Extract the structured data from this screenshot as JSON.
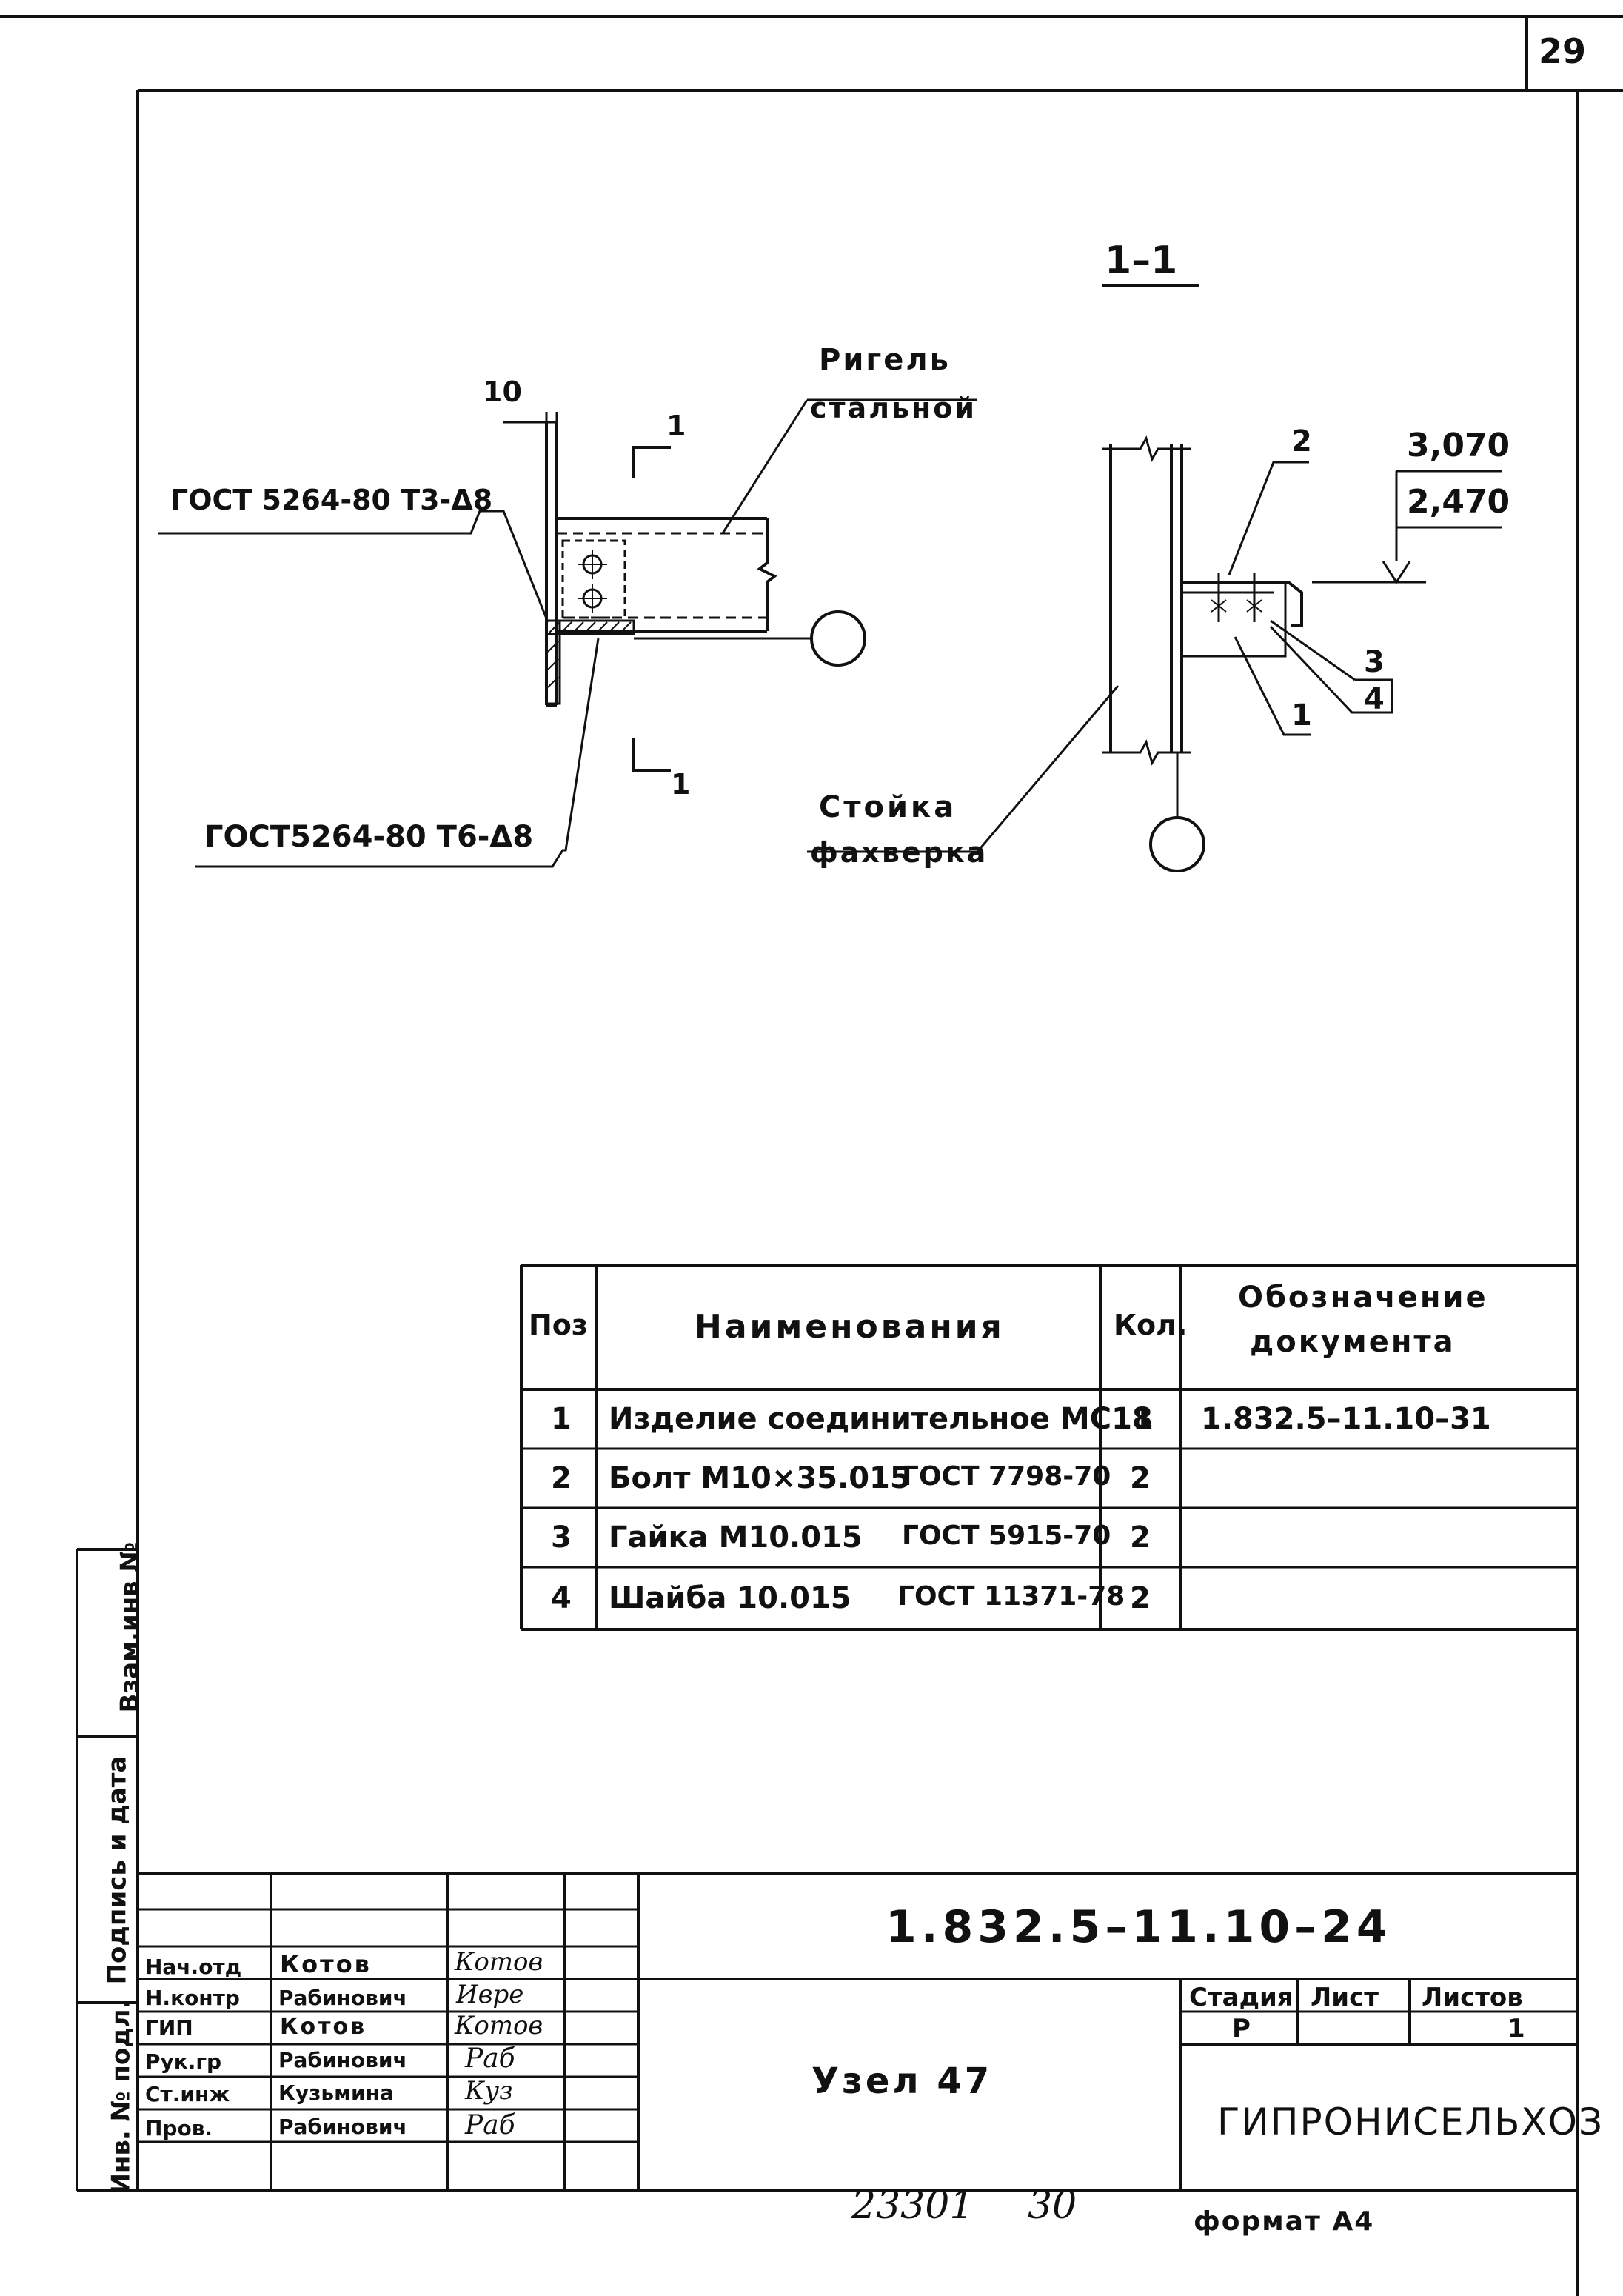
{
  "page_number": "29",
  "section_label": "1–1",
  "drawing": {
    "label_rigel_line1": "Ригель",
    "label_rigel_line2": "стальной",
    "dim_10": "10",
    "section_mark_top": "1",
    "section_mark_bottom": "1",
    "weld_top": "ГОСТ 5264-80 Т3-Δ8",
    "weld_bottom": "ГОСТ5264-80 Т6-Δ8",
    "label_stoyka_line1": "Стойка",
    "label_stoyka_line2": "фахверка",
    "pos_2": "2",
    "pos_1": "1",
    "pos_3": "3",
    "pos_4": "4",
    "elev_top": "3,070",
    "elev_bottom": "2,470"
  },
  "spec_table": {
    "headers": {
      "pos": "Поз",
      "name": "Наименования",
      "qty": "Кол.",
      "doc_line1": "Обозначение",
      "doc_line2": "документа"
    },
    "rows": [
      {
        "pos": "1",
        "name": "Изделие соединительное МС18",
        "name_std": "",
        "qty": "1",
        "doc": "1.832.5–11.10–31"
      },
      {
        "pos": "2",
        "name": "Болт М10×35.015",
        "name_std": "ГОСТ 7798-70",
        "qty": "2",
        "doc": ""
      },
      {
        "pos": "3",
        "name": "Гайка М10.015",
        "name_std": "ГОСТ 5915-70",
        "qty": "2",
        "doc": ""
      },
      {
        "pos": "4",
        "name": "Шайба 10.015",
        "name_std": "ГОСТ 11371-78",
        "qty": "2",
        "doc": ""
      }
    ]
  },
  "side_stamp": {
    "vzam": "Взам.инв №",
    "podpis": "Подпись и дата",
    "inv": "Инв. № подл."
  },
  "title_block": {
    "doc_code": "1.832.5–11.10–24",
    "title": "Узел 47",
    "stage_header": "Стадия",
    "sheet_header": "Лист",
    "sheets_header": "Листов",
    "stage_value": "Р",
    "sheet_value": "",
    "sheets_value": "1",
    "organization": "ГИПРОНИСЕЛЬХОЗ",
    "people": [
      {
        "role": "Нач.отд",
        "name": "Котов",
        "sign": "Котов"
      },
      {
        "role": "Н.контр",
        "name": "Рабинович",
        "sign": "Ивре"
      },
      {
        "role": "ГИП",
        "name": "Котов",
        "sign": "Котов"
      },
      {
        "role": "Рук.гр",
        "name": "Рабинович",
        "sign": "Раб"
      },
      {
        "role": "Ст.инж",
        "name": "Кузьмина",
        "sign": "Куз"
      },
      {
        "role": "Пров.",
        "name": "Рабинович",
        "sign": "Раб"
      }
    ]
  },
  "footer": {
    "archive_no": "23301",
    "archive_sheet": "30",
    "format": "формат А4"
  }
}
